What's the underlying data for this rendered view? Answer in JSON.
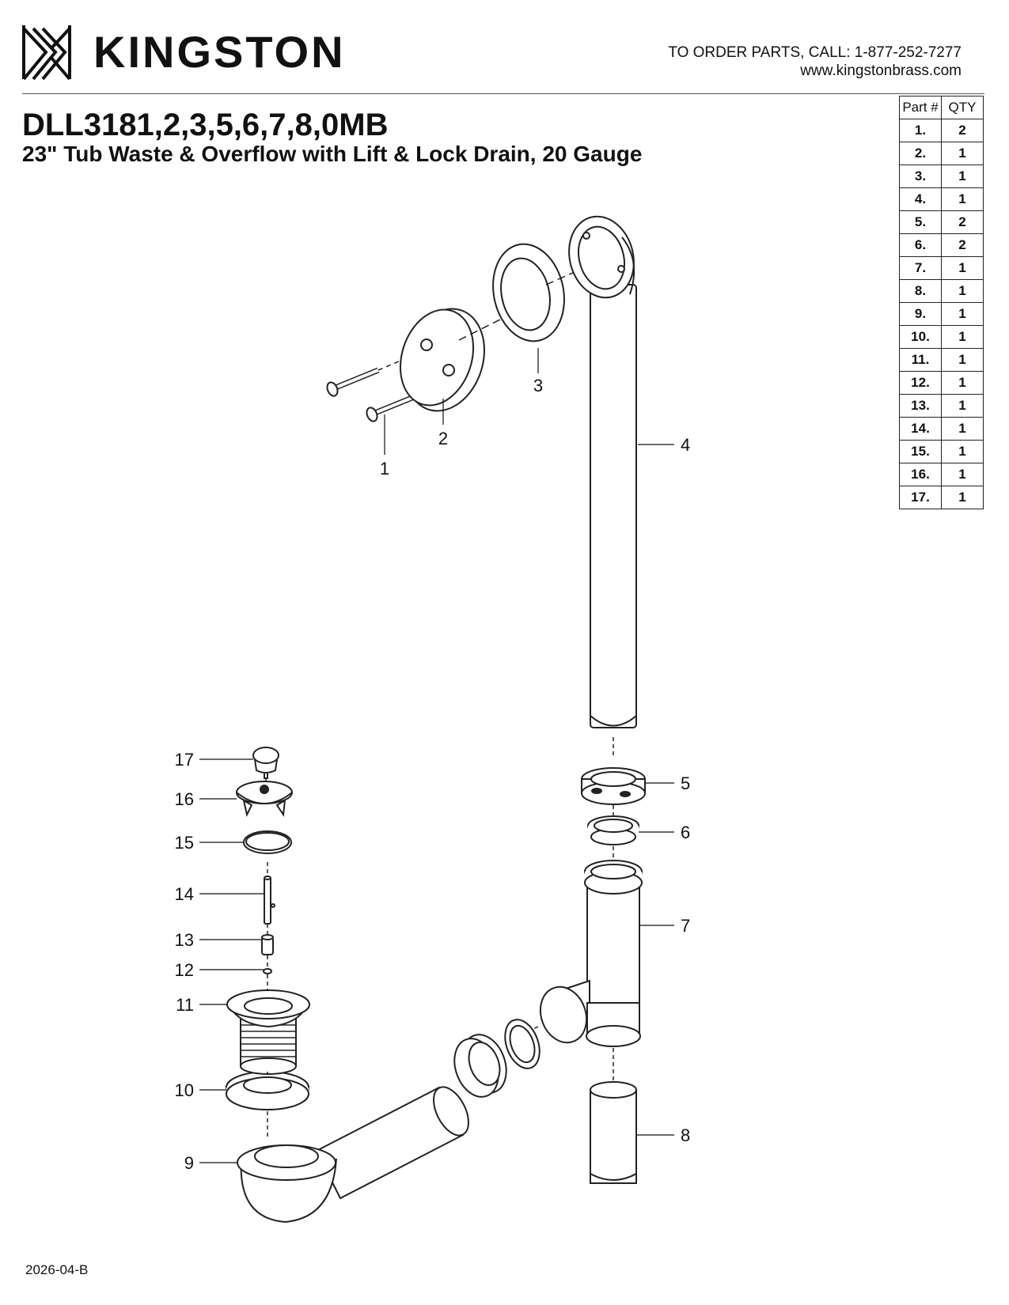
{
  "header": {
    "brand": "KINGSTON",
    "order_line": "TO ORDER PARTS, CALL: 1-877-252-7277",
    "website": "www.kingstonbrass.com"
  },
  "product": {
    "model": "DLL3181,2,3,5,6,7,8,0MB",
    "description": "23\" Tub Waste & Overflow with Lift & Lock Drain, 20 Gauge"
  },
  "parts_table": {
    "headers": [
      "Part #",
      "QTY"
    ],
    "rows": [
      {
        "part": "1.",
        "qty": "2"
      },
      {
        "part": "2.",
        "qty": "1"
      },
      {
        "part": "3.",
        "qty": "1"
      },
      {
        "part": "4.",
        "qty": "1"
      },
      {
        "part": "5.",
        "qty": "2"
      },
      {
        "part": "6.",
        "qty": "2"
      },
      {
        "part": "7.",
        "qty": "1"
      },
      {
        "part": "8.",
        "qty": "1"
      },
      {
        "part": "9.",
        "qty": "1"
      },
      {
        "part": "10.",
        "qty": "1"
      },
      {
        "part": "11.",
        "qty": "1"
      },
      {
        "part": "12.",
        "qty": "1"
      },
      {
        "part": "13.",
        "qty": "1"
      },
      {
        "part": "14.",
        "qty": "1"
      },
      {
        "part": "15.",
        "qty": "1"
      },
      {
        "part": "16.",
        "qty": "1"
      },
      {
        "part": "17.",
        "qty": "1"
      }
    ]
  },
  "callouts": [
    "1",
    "2",
    "3",
    "4",
    "5",
    "6",
    "7",
    "8",
    "9",
    "10",
    "11",
    "12",
    "13",
    "14",
    "15",
    "16",
    "17"
  ],
  "footer": {
    "doc_code": "2026-04-B"
  }
}
